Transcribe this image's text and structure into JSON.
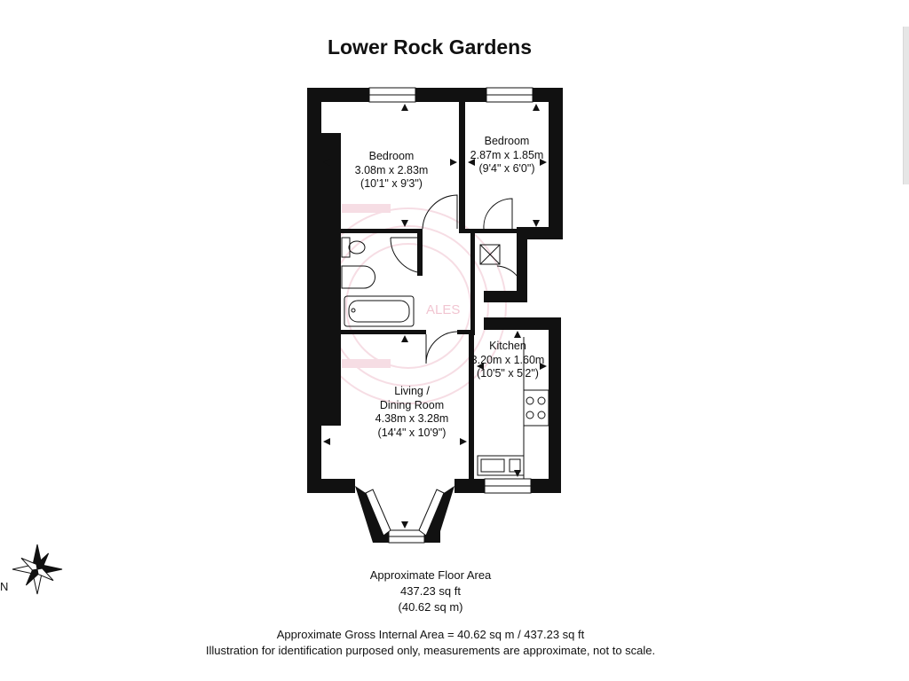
{
  "title": "Lower Rock Gardens",
  "rooms": [
    {
      "id": "bedroom-1",
      "name": "Bedroom",
      "metric": "3.08m x 2.83m",
      "imperial": "(10'1\" x 9'3\")"
    },
    {
      "id": "bedroom-2",
      "name": "Bedroom",
      "metric": "2.87m x 1.85m",
      "imperial": "(9'4\" x 6'0\")"
    },
    {
      "id": "kitchen",
      "name": "Kitchen",
      "metric": "3.20m x 1.60m",
      "imperial": "(10'5\" x 5'2\")"
    },
    {
      "id": "living",
      "name_line1": "Living /",
      "name_line2": "Dining Room",
      "metric": "4.38m x 3.28m",
      "imperial": "(14'4\" x 10'9\")"
    }
  ],
  "floor_area": {
    "heading": "Approximate Floor Area",
    "sq_ft": "437.23 sq ft",
    "sq_m": "(40.62 sq m)"
  },
  "footer": {
    "line1": "Approximate Gross Internal Area = 40.62 sq m / 437.23 sq ft",
    "line2": "Illustration for identification purposed only, measurements are approximate, not to scale."
  },
  "compass": {
    "north_label": "N"
  },
  "watermark": {
    "text": "ALES",
    "color": "#e8a0b4"
  },
  "colors": {
    "wall": "#111111",
    "watermark": "#e8a0b4"
  }
}
